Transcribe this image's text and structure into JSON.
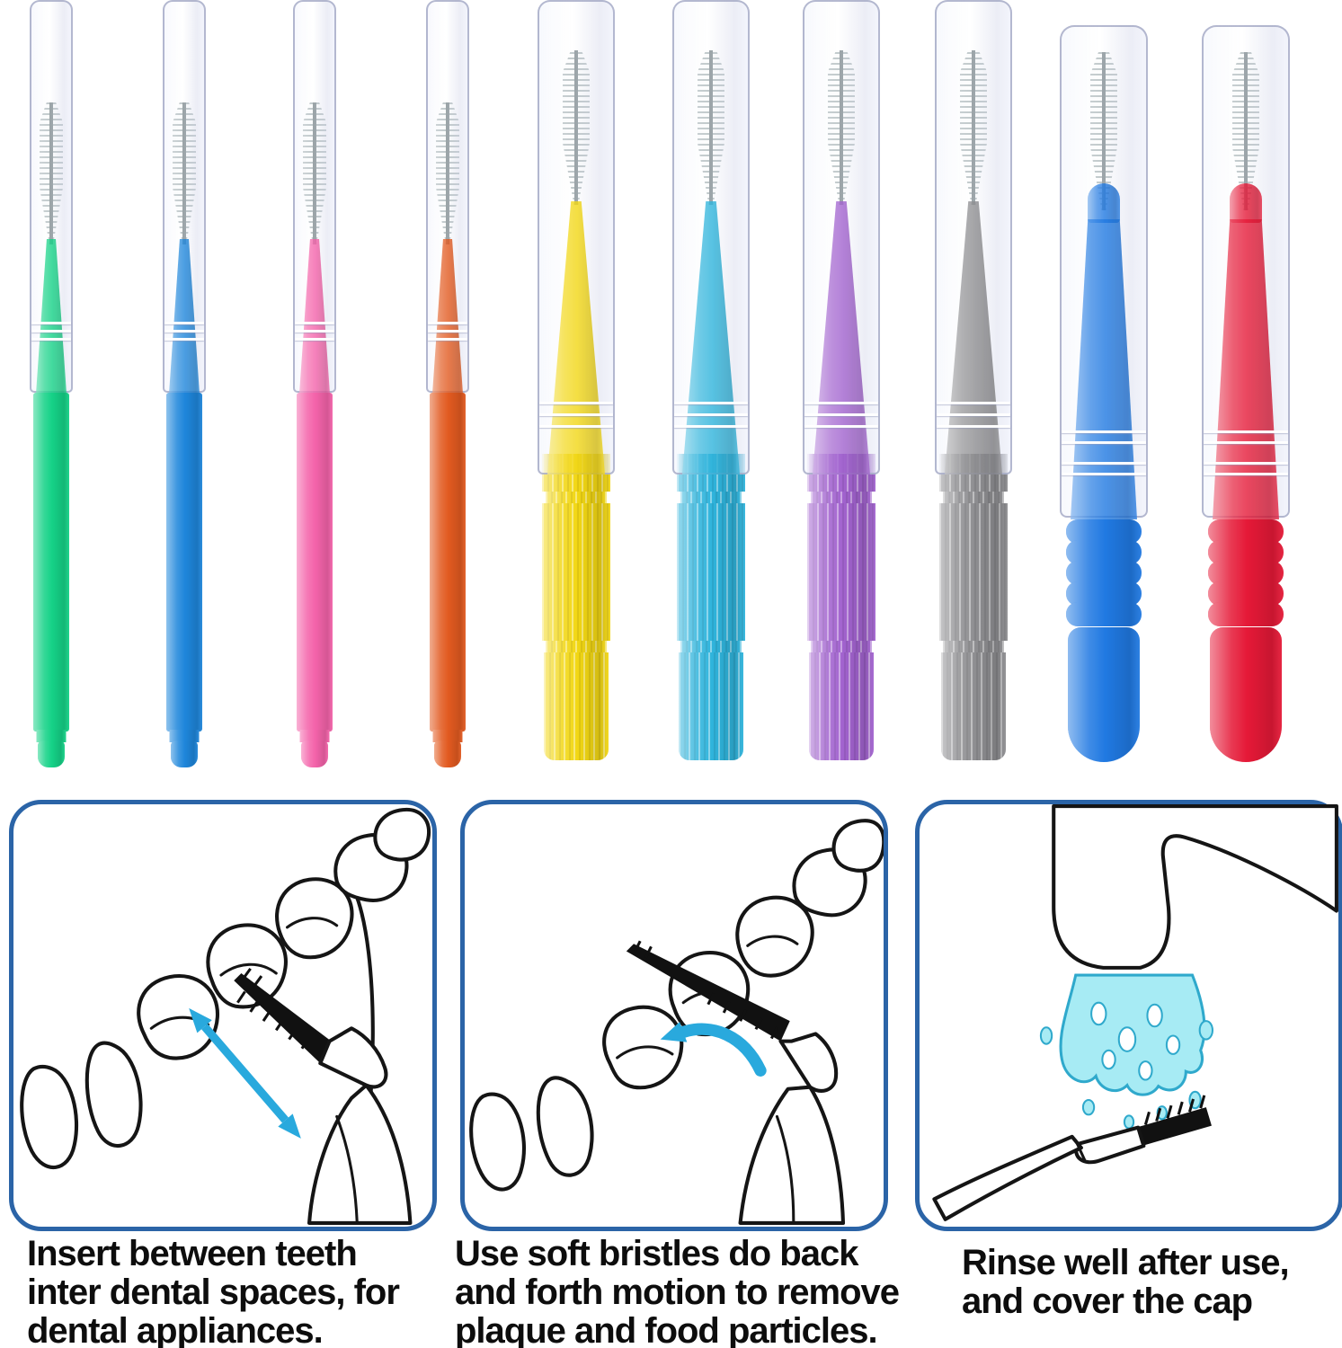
{
  "product_display": {
    "description": "ten capped interdental brushes",
    "bristle_color": "#c9d0d2",
    "brushes": [
      {
        "name": "green-interdental-brush",
        "color": "#15d287",
        "type": "slim"
      },
      {
        "name": "blue-interdental-brush",
        "color": "#1e86db",
        "type": "slim"
      },
      {
        "name": "pink-interdental-brush",
        "color": "#f463aa",
        "type": "slim"
      },
      {
        "name": "orange-interdental-brush",
        "color": "#e25a20",
        "type": "slim"
      },
      {
        "name": "yellow-interdental-brush",
        "color": "#f2d714",
        "type": "medium"
      },
      {
        "name": "cyan-interdental-brush",
        "color": "#2fb4dc",
        "type": "medium"
      },
      {
        "name": "purple-interdental-brush",
        "color": "#a263cf",
        "type": "medium"
      },
      {
        "name": "gray-interdental-brush",
        "color": "#8e8e91",
        "type": "medium"
      },
      {
        "name": "royal-blue-interdental-brush",
        "color": "#2079e2",
        "type": "thick"
      },
      {
        "name": "red-interdental-brush",
        "color": "#e51937",
        "type": "thick"
      }
    ]
  },
  "instructions": {
    "colors": {
      "panel_border": "#2b64a7",
      "arrow": "#29a9dd",
      "water_fill": "#a7ebf4",
      "water_stroke": "#2fa9cc",
      "caption_text": "#0d0d0d"
    },
    "panels": [
      {
        "name": "insert-step",
        "illustration": "brush-inserted-between-teeth-with-double-arrow",
        "caption_lines": [
          "Insert between teeth",
          "inter dental spaces, for",
          "dental appliances."
        ]
      },
      {
        "name": "motion-step",
        "illustration": "brush-on-teeth-with-rotation-arrow",
        "caption_lines": [
          "Use soft bristles do back",
          "and forth motion to remove",
          "plaque and food particles."
        ]
      },
      {
        "name": "rinse-step",
        "illustration": "faucet-rinsing-brush",
        "caption_lines": [
          "Rinse well after use,",
          "and cover the cap"
        ]
      }
    ]
  }
}
